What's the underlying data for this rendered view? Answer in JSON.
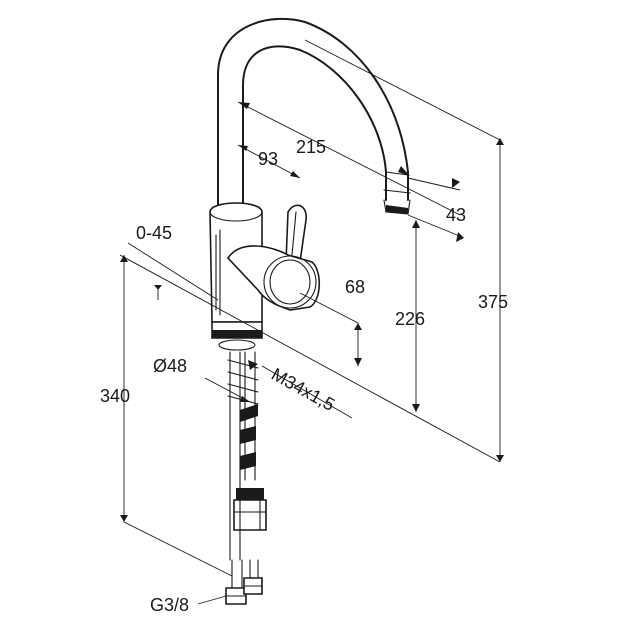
{
  "dimensions": {
    "spout_reach": "215",
    "lever_offset": "93",
    "aerator_length": "43",
    "lever_swivel": "0-45",
    "body_height": "68",
    "spout_outlet_height": "226",
    "total_height": "375",
    "below_deck_length": "340",
    "base_diameter": "Ø48",
    "shank_thread": "M34x1,5",
    "hose_connection": "G3/8"
  }
}
